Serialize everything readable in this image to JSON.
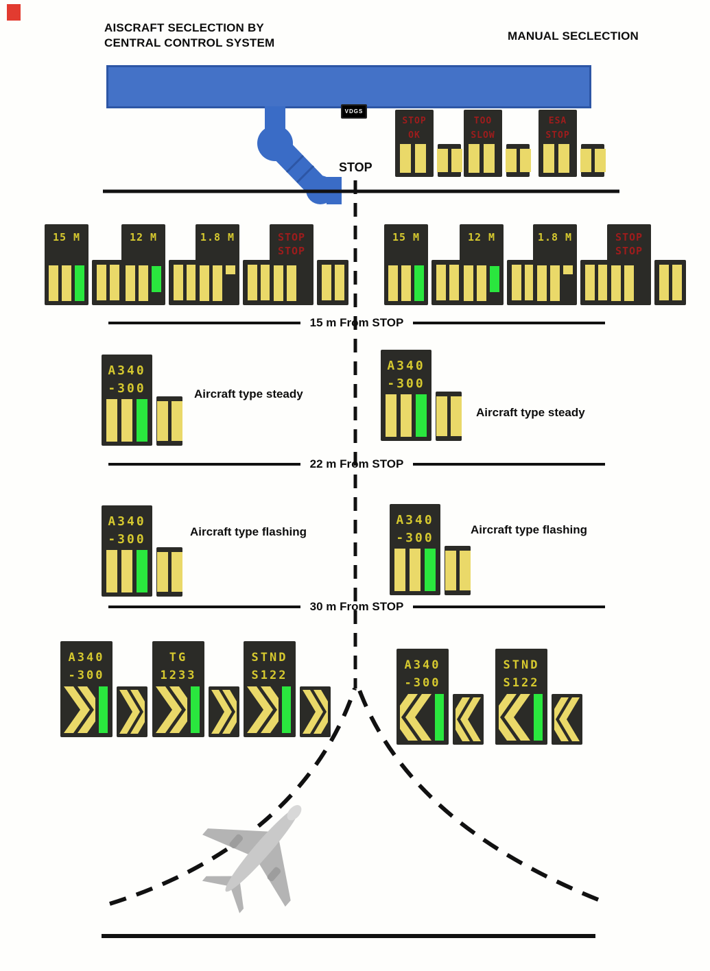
{
  "header": {
    "left_title_line1": "AISCRAFT SECLECTION BY",
    "left_title_line2": "CENTRAL CONTROL SYSTEM",
    "right_title": "MANUAL SECLECTION"
  },
  "terminal": {
    "vdgs_label": "VDGS",
    "stop_label": "STOP"
  },
  "dividers": {
    "d15": "15 m From STOP",
    "d22": "22 m From STOP",
    "d30": "30 m From STOP"
  },
  "annotations": {
    "steady_left": "Aircraft type steady",
    "steady_right": "Aircraft type steady",
    "flashing_left": "Aircraft type flashing",
    "flashing_right": "Aircraft type flashing"
  },
  "colors": {
    "terminal_blue": "#4472c7",
    "terminal_border": "#2d56a5",
    "bridge_blue": "#3a6cc6",
    "panel_bg": "#2b2b27",
    "bar_yellow": "#ead969",
    "bar_green": "#2ae73e",
    "text_yellow": "#d6c92f",
    "text_red": "#9e1c1c",
    "line_black": "#111111",
    "corner_mark_red": "#e23b30",
    "airplane_gray": "#c9c9c9"
  },
  "panels": {
    "status": [
      {
        "id": "status-stop-ok",
        "lines": [
          "STOP",
          "OK"
        ],
        "line_color": "red",
        "main_bars": [
          "y",
          "y"
        ],
        "side_bars": [
          "y",
          "y"
        ]
      },
      {
        "id": "status-too-slow",
        "lines": [
          "TOO",
          "SLOW"
        ],
        "line_color": "red",
        "main_bars": [
          "y",
          "y"
        ],
        "side_bars": [
          "y",
          "y"
        ]
      },
      {
        "id": "status-esa-stop",
        "lines": [
          "ESA",
          "STOP"
        ],
        "line_color": "red",
        "main_bars": [
          "y",
          "y"
        ],
        "side_bars": [
          "y",
          "y"
        ]
      }
    ],
    "distance_left": [
      {
        "id": "left-15m",
        "lines": [
          "15 M"
        ],
        "line_color": "yellow",
        "main_bars": [
          "y",
          "y",
          "g"
        ],
        "side_bars": [
          "y",
          "y"
        ]
      },
      {
        "id": "left-12m",
        "lines": [
          "12 M"
        ],
        "line_color": "yellow",
        "main_bars": [
          "y",
          "y",
          "gp"
        ],
        "side_bars": [
          "y",
          "y"
        ]
      },
      {
        "id": "left-1-8m",
        "lines": [
          "1.8 M"
        ],
        "line_color": "yellow",
        "main_bars": [
          "y",
          "y",
          "dot"
        ],
        "side_bars": [
          "y",
          "y"
        ]
      },
      {
        "id": "left-stop",
        "lines": [
          "STOP",
          "STOP"
        ],
        "line_color": "red",
        "main_bars": [
          "y",
          "y",
          "e"
        ],
        "side_bars": [
          "y",
          "y"
        ]
      }
    ],
    "distance_right": [
      {
        "id": "right-15m",
        "lines": [
          "15 M"
        ],
        "line_color": "yellow",
        "main_bars": [
          "y",
          "y",
          "g"
        ],
        "side_bars": [
          "y",
          "y"
        ]
      },
      {
        "id": "right-12m",
        "lines": [
          "12 M"
        ],
        "line_color": "yellow",
        "main_bars": [
          "y",
          "y",
          "gp"
        ],
        "side_bars": [
          "y",
          "y"
        ]
      },
      {
        "id": "right-1-8m",
        "lines": [
          "1.8 M"
        ],
        "line_color": "yellow",
        "main_bars": [
          "y",
          "y",
          "dot"
        ],
        "side_bars": [
          "y",
          "y"
        ]
      },
      {
        "id": "right-stop",
        "lines": [
          "STOP",
          "STOP"
        ],
        "line_color": "red",
        "main_bars": [
          "y",
          "y",
          "e"
        ],
        "side_bars": [
          "y",
          "y"
        ]
      }
    ],
    "type_steady": [
      {
        "id": "steady-left",
        "lines": [
          "A340",
          "-300"
        ],
        "line_color": "yellow",
        "main_bars": [
          "y",
          "y",
          "g"
        ],
        "side_bars": [
          "y",
          "y"
        ]
      },
      {
        "id": "steady-right",
        "lines": [
          "A340",
          "-300"
        ],
        "line_color": "yellow",
        "main_bars": [
          "y",
          "y",
          "g"
        ],
        "side_bars": [
          "y",
          "y"
        ]
      }
    ],
    "type_flashing": [
      {
        "id": "flashing-left",
        "lines": [
          "A340",
          "-300"
        ],
        "line_color": "yellow",
        "main_bars": [
          "y",
          "y",
          "g"
        ],
        "side_bars": [
          "y",
          "y"
        ]
      },
      {
        "id": "flashing-right",
        "lines": [
          "A340",
          "-300"
        ],
        "line_color": "yellow",
        "main_bars": [
          "y",
          "y",
          "g"
        ],
        "side_bars": [
          "y",
          "y"
        ]
      }
    ],
    "gate_left": [
      {
        "id": "gate-left-a340",
        "lines": [
          "A340",
          "-300"
        ],
        "line_color": "yellow",
        "arrow": "right"
      },
      {
        "id": "gate-left-tg",
        "lines": [
          "TG",
          "1233"
        ],
        "line_color": "yellow",
        "arrow": "right"
      },
      {
        "id": "gate-left-stnd",
        "lines": [
          "STND",
          "S122"
        ],
        "line_color": "yellow",
        "arrow": "right"
      }
    ],
    "gate_right": [
      {
        "id": "gate-right-a340",
        "lines": [
          "A340",
          "-300"
        ],
        "line_color": "yellow",
        "arrow": "left"
      },
      {
        "id": "gate-right-stnd",
        "lines": [
          "STND",
          "S122"
        ],
        "line_color": "yellow",
        "arrow": "left"
      }
    ]
  }
}
